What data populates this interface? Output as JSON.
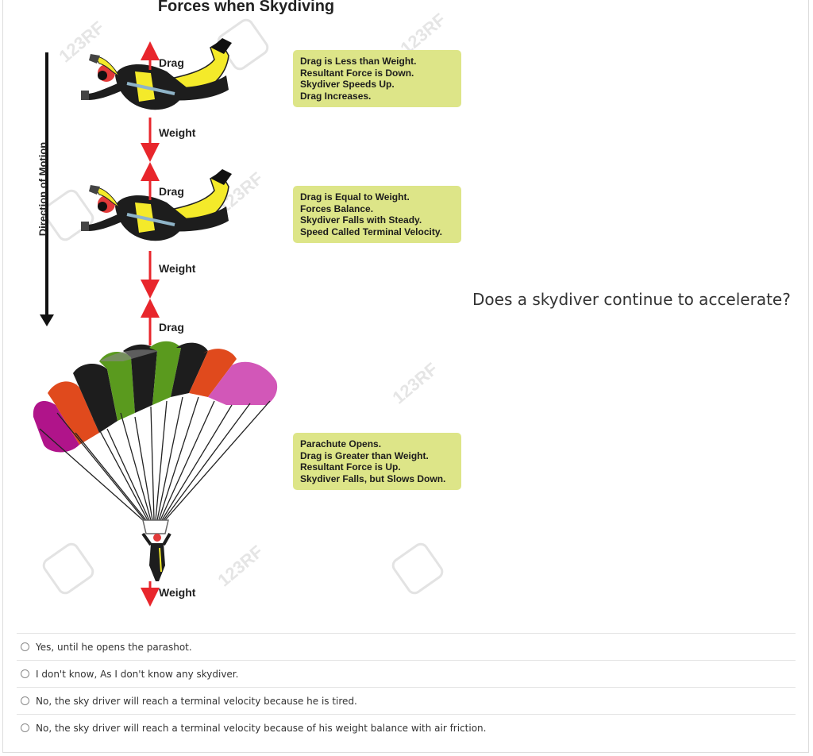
{
  "figure": {
    "title": "Forces when Skydiving",
    "direction_label": "Direction of Motion",
    "watermark": "123RF",
    "stages": [
      {
        "drag_label": "Drag",
        "weight_label": "Weight",
        "note_lines": [
          "Drag is Less than Weight.",
          "Resultant Force is Down.",
          "Skydiver Speeds Up.",
          "Drag Increases."
        ]
      },
      {
        "drag_label": "Drag",
        "weight_label": "Weight",
        "note_lines": [
          "Drag is Equal to Weight.",
          "Forces Balance.",
          "Skydiver Falls with Steady.",
          "Speed Called Terminal Velocity."
        ]
      },
      {
        "drag_label": "Drag",
        "weight_label": "Weight",
        "note_lines": [
          "Parachute Opens.",
          "Drag is Greater than Weight.",
          "Resultant Force is Up.",
          "Skydiver Falls, but Slows Down."
        ]
      }
    ],
    "colors": {
      "arrow": "#e8262c",
      "note_bg": "#dde588",
      "suit_yellow": "#f4ea2a",
      "suit_black": "#1d1d1d"
    }
  },
  "question": {
    "text": "Does a skydiver continue to accelerate?"
  },
  "options": [
    {
      "label": "Yes, until he opens the parashot.",
      "selected": false
    },
    {
      "label": "I don't know, As I don't know any skydiver.",
      "selected": false
    },
    {
      "label": "No, the sky driver will reach a terminal velocity because he is tired.",
      "selected": false
    },
    {
      "label": "No, the sky driver will reach a terminal velocity because of his weight balance with air friction.",
      "selected": false
    }
  ]
}
